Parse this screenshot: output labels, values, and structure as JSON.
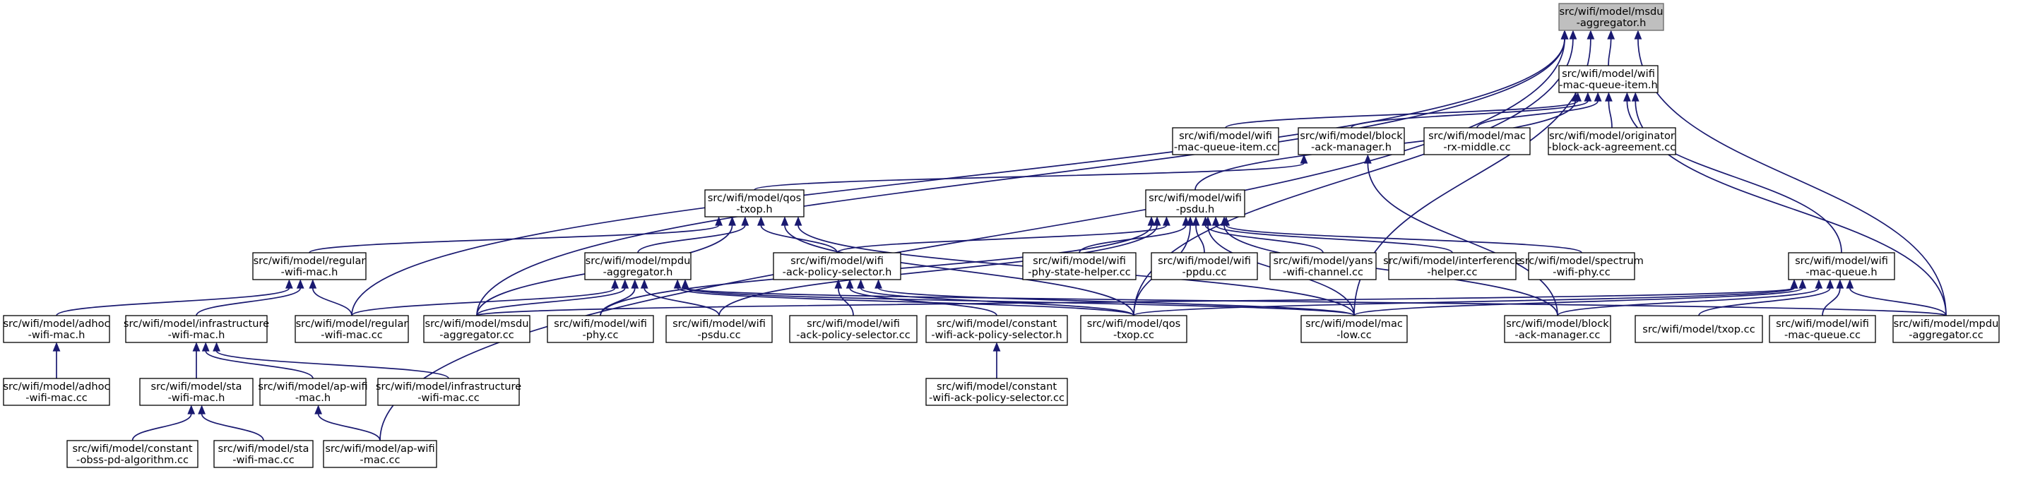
{
  "diagram": {
    "nodes": [
      {
        "id": "msdu_agg_h",
        "lines": [
          "src/wifi/model/msdu",
          "-aggregator.h"
        ],
        "root": true
      },
      {
        "id": "wmqi_h",
        "lines": [
          "src/wifi/model/wifi",
          "-mac-queue-item.h"
        ]
      },
      {
        "id": "wmqi_cc",
        "lines": [
          "src/wifi/model/wifi",
          "-mac-queue-item.cc"
        ]
      },
      {
        "id": "bam_h",
        "lines": [
          "src/wifi/model/block",
          "-ack-manager.h"
        ]
      },
      {
        "id": "macrx_h",
        "lines": [
          "src/wifi/model/mac",
          "-rx-middle.cc"
        ]
      },
      {
        "id": "orig_cc",
        "lines": [
          "src/wifi/model/originator",
          "-block-ack-agreement.cc"
        ]
      },
      {
        "id": "qos_h",
        "lines": [
          "src/wifi/model/qos",
          "-txop.h"
        ]
      },
      {
        "id": "psdu_h",
        "lines": [
          "src/wifi/model/wifi",
          "-psdu.h"
        ]
      },
      {
        "id": "regular_h",
        "lines": [
          "src/wifi/model/regular",
          "-wifi-mac.h"
        ]
      },
      {
        "id": "mpdu_h",
        "lines": [
          "src/wifi/model/mpdu",
          "-aggregator.h"
        ]
      },
      {
        "id": "wackps_h",
        "lines": [
          "src/wifi/model/wifi",
          "-ack-policy-selector.h"
        ]
      },
      {
        "id": "phyhelper_cc",
        "lines": [
          "src/wifi/model/wifi",
          "-phy-state-helper.cc"
        ]
      },
      {
        "id": "ppdu_cc",
        "lines": [
          "src/wifi/model/wifi",
          "-ppdu.cc"
        ]
      },
      {
        "id": "yans_cc",
        "lines": [
          "src/wifi/model/yans",
          "-wifi-channel.cc"
        ]
      },
      {
        "id": "interf_cc",
        "lines": [
          "src/wifi/model/interference",
          "-helper.cc"
        ]
      },
      {
        "id": "spectrum_cc",
        "lines": [
          "src/wifi/model/spectrum",
          "-wifi-phy.cc"
        ]
      },
      {
        "id": "wmq_h",
        "lines": [
          "src/wifi/model/wifi",
          "-mac-queue.h"
        ]
      },
      {
        "id": "adhoc_h",
        "lines": [
          "src/wifi/model/adhoc",
          "-wifi-mac.h"
        ]
      },
      {
        "id": "infra_h",
        "lines": [
          "src/wifi/model/infrastructure",
          "-wifi-mac.h"
        ]
      },
      {
        "id": "regular_cc",
        "lines": [
          "src/wifi/model/regular",
          "-wifi-mac.cc"
        ]
      },
      {
        "id": "msdu_cc",
        "lines": [
          "src/wifi/model/msdu",
          "-aggregator.cc"
        ]
      },
      {
        "id": "wifiphy_cc",
        "lines": [
          "src/wifi/model/wifi",
          "-phy.cc"
        ]
      },
      {
        "id": "psdu_cc",
        "lines": [
          "src/wifi/model/wifi",
          "-psdu.cc"
        ]
      },
      {
        "id": "wackps_cc",
        "lines": [
          "src/wifi/model/wifi",
          "-ack-policy-selector.cc"
        ]
      },
      {
        "id": "cackps_h",
        "lines": [
          "src/wifi/model/constant",
          "-wifi-ack-policy-selector.h"
        ]
      },
      {
        "id": "qos_cc",
        "lines": [
          "src/wifi/model/qos",
          "-txop.cc"
        ]
      },
      {
        "id": "maclow_cc",
        "lines": [
          "src/wifi/model/mac",
          "-low.cc"
        ]
      },
      {
        "id": "bam_cc",
        "lines": [
          "src/wifi/model/block",
          "-ack-manager.cc"
        ]
      },
      {
        "id": "txop_cc",
        "lines": [
          "src/wifi/model/txop.cc"
        ]
      },
      {
        "id": "wmq_cc",
        "lines": [
          "src/wifi/model/wifi",
          "-mac-queue.cc"
        ]
      },
      {
        "id": "mpdu_cc",
        "lines": [
          "src/wifi/model/mpdu",
          "-aggregator.cc"
        ]
      },
      {
        "id": "adhoc_cc",
        "lines": [
          "src/wifi/model/adhoc",
          "-wifi-mac.cc"
        ]
      },
      {
        "id": "sta_h",
        "lines": [
          "src/wifi/model/sta",
          "-wifi-mac.h"
        ]
      },
      {
        "id": "ap_h",
        "lines": [
          "src/wifi/model/ap-wifi",
          "-mac.h"
        ]
      },
      {
        "id": "infra_cc",
        "lines": [
          "src/wifi/model/infrastructure",
          "-wifi-mac.cc"
        ]
      },
      {
        "id": "cackps_cc",
        "lines": [
          "src/wifi/model/constant",
          "-wifi-ack-policy-selector.cc"
        ]
      },
      {
        "id": "obss_cc",
        "lines": [
          "src/wifi/model/constant",
          "-obss-pd-algorithm.cc"
        ]
      },
      {
        "id": "sta_cc",
        "lines": [
          "src/wifi/model/sta",
          "-wifi-mac.cc"
        ]
      },
      {
        "id": "ap_cc",
        "lines": [
          "src/wifi/model/ap-wifi",
          "-mac.cc"
        ]
      }
    ],
    "edges": [
      [
        "wmqi_h",
        "msdu_agg_h"
      ],
      [
        "regular_cc",
        "msdu_agg_h"
      ],
      [
        "msdu_cc",
        "msdu_agg_h"
      ],
      [
        "qos_cc",
        "msdu_agg_h"
      ],
      [
        "maclow_cc",
        "msdu_agg_h"
      ],
      [
        "mpdu_cc",
        "msdu_agg_h"
      ],
      [
        "ap_cc",
        "msdu_agg_h"
      ],
      [
        "wmqi_cc",
        "wmqi_h"
      ],
      [
        "bam_h",
        "wmqi_h"
      ],
      [
        "macrx_h",
        "wmqi_h"
      ],
      [
        "orig_cc",
        "wmqi_h"
      ],
      [
        "psdu_h",
        "wmqi_h"
      ],
      [
        "wmq_h",
        "wmqi_h"
      ],
      [
        "mpdu_cc",
        "wmqi_h"
      ],
      [
        "qos_h",
        "bam_h"
      ],
      [
        "bam_cc",
        "bam_h"
      ],
      [
        "regular_h",
        "qos_h"
      ],
      [
        "mpdu_h",
        "qos_h"
      ],
      [
        "wackps_h",
        "qos_h"
      ],
      [
        "msdu_cc",
        "qos_h"
      ],
      [
        "qos_cc",
        "qos_h"
      ],
      [
        "maclow_cc",
        "qos_h"
      ],
      [
        "wackps_h",
        "psdu_h"
      ],
      [
        "phyhelper_cc",
        "psdu_h"
      ],
      [
        "ppdu_cc",
        "psdu_h"
      ],
      [
        "yans_cc",
        "psdu_h"
      ],
      [
        "interf_cc",
        "psdu_h"
      ],
      [
        "spectrum_cc",
        "psdu_h"
      ],
      [
        "wifiphy_cc",
        "psdu_h"
      ],
      [
        "psdu_cc",
        "psdu_h"
      ],
      [
        "qos_cc",
        "psdu_h"
      ],
      [
        "maclow_cc",
        "psdu_h"
      ],
      [
        "bam_cc",
        "psdu_h"
      ],
      [
        "adhoc_h",
        "regular_h"
      ],
      [
        "infra_h",
        "regular_h"
      ],
      [
        "regular_cc",
        "regular_h"
      ],
      [
        "regular_cc",
        "mpdu_h"
      ],
      [
        "msdu_cc",
        "mpdu_h"
      ],
      [
        "wifiphy_cc",
        "mpdu_h"
      ],
      [
        "psdu_cc",
        "mpdu_h"
      ],
      [
        "qos_cc",
        "mpdu_h"
      ],
      [
        "maclow_cc",
        "mpdu_h"
      ],
      [
        "mpdu_cc",
        "mpdu_h"
      ],
      [
        "wackps_cc",
        "wackps_h"
      ],
      [
        "cackps_h",
        "wackps_h"
      ],
      [
        "qos_cc",
        "wackps_h"
      ],
      [
        "maclow_cc",
        "wackps_h"
      ],
      [
        "msdu_cc",
        "wmq_h"
      ],
      [
        "qos_cc",
        "wmq_h"
      ],
      [
        "maclow_cc",
        "wmq_h"
      ],
      [
        "bam_cc",
        "wmq_h"
      ],
      [
        "txop_cc",
        "wmq_h"
      ],
      [
        "wmq_cc",
        "wmq_h"
      ],
      [
        "mpdu_cc",
        "wmq_h"
      ],
      [
        "adhoc_cc",
        "adhoc_h"
      ],
      [
        "sta_h",
        "infra_h"
      ],
      [
        "ap_h",
        "infra_h"
      ],
      [
        "infra_cc",
        "infra_h"
      ],
      [
        "cackps_cc",
        "cackps_h"
      ],
      [
        "obss_cc",
        "sta_h"
      ],
      [
        "sta_cc",
        "sta_h"
      ],
      [
        "ap_cc",
        "ap_h"
      ]
    ]
  }
}
